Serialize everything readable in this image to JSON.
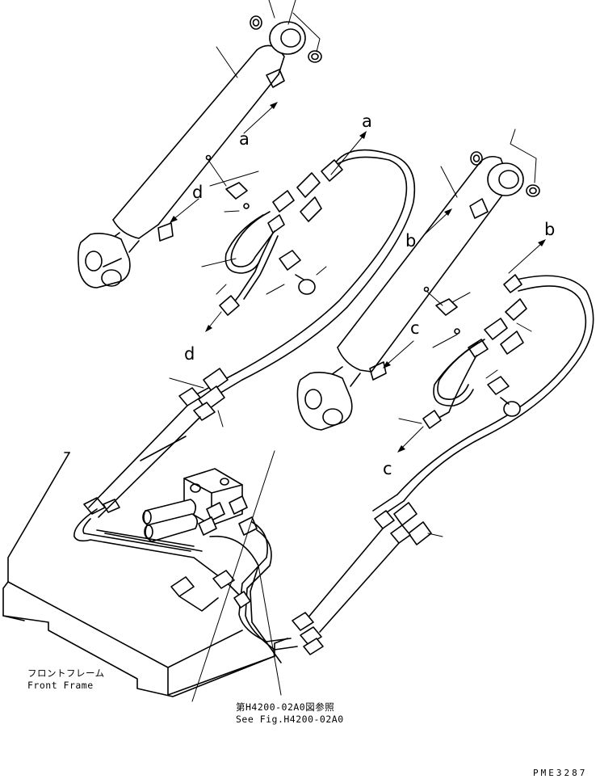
{
  "callouts": {
    "a_top": "a",
    "a_mid": "a",
    "b_right": "b",
    "b_mid": "b",
    "c_mid": "c",
    "c_low": "c",
    "d_mid": "d",
    "d_low": "d"
  },
  "front_frame": {
    "jp": "フロントフレーム",
    "en": "Front Frame"
  },
  "reference": {
    "jp": "第H4200-02A0図参照",
    "en": "See Fig.H4200-02A0"
  },
  "drawing_code": "PME3287"
}
